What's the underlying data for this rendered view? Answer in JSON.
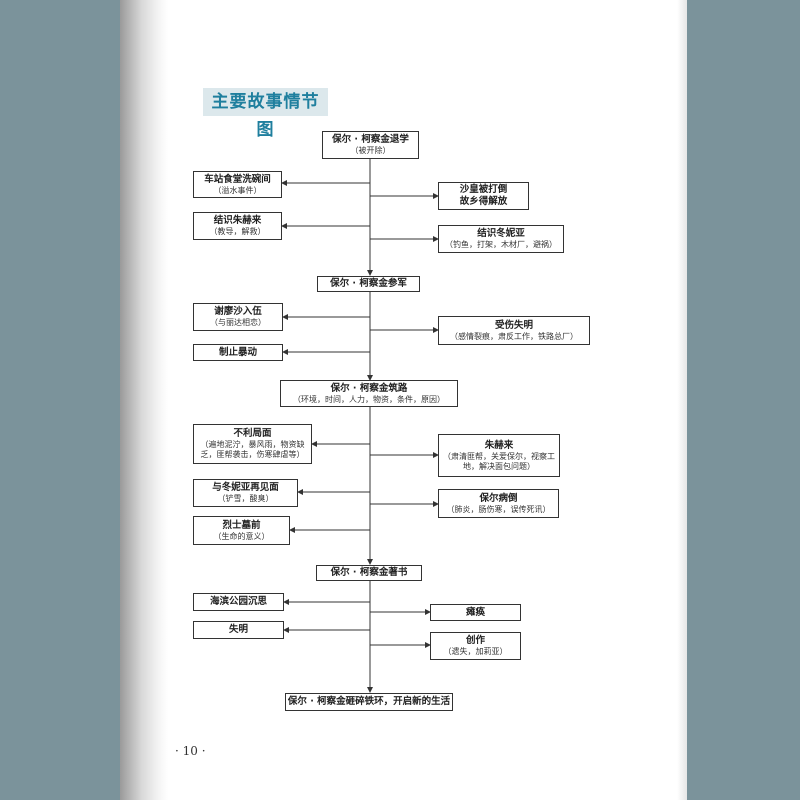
{
  "title": "主要故事情节图",
  "page_number": "· 10 ·",
  "nodes": {
    "n1": {
      "title": "保尔 · 柯察金退学",
      "sub": "（被开除）"
    },
    "n2": {
      "title": "车站食堂洗碗间",
      "sub": "（溢水事件）"
    },
    "n3": {
      "title": "沙皇被打倒",
      "sub": "故乡得解放"
    },
    "n4": {
      "title": "结识朱赫来",
      "sub": "（教导，解救）"
    },
    "n5": {
      "title": "结识冬妮亚",
      "sub": "（钓鱼，打架，木材厂，避祸）"
    },
    "n6": {
      "title": "保尔 · 柯察金参军",
      "sub": ""
    },
    "n7": {
      "title": "谢廖沙入伍",
      "sub": "（与丽达相恋）"
    },
    "n8": {
      "title": "受伤失明",
      "sub": "（感情裂痕，肃反工作，铁路总厂）"
    },
    "n9": {
      "title": "制止暴动",
      "sub": ""
    },
    "n10": {
      "title": "保尔 · 柯察金筑路",
      "sub": "（环境，时间，人力，物资，条件，原因）"
    },
    "n11": {
      "title": "不利局面",
      "sub": "（遍地泥泞，暴风雨，物资缺乏，匪帮袭击，伤寒肆虐等）"
    },
    "n12": {
      "title": "朱赫来",
      "sub": "（肃清匪帮，关爱保尔，视察工地，解决面包问题）"
    },
    "n13": {
      "title": "与冬妮亚再见面",
      "sub": "（铲雪，酸臭）"
    },
    "n14": {
      "title": "保尔病倒",
      "sub": "（肺炎，肠伤寒，误传死讯）"
    },
    "n15": {
      "title": "烈士墓前",
      "sub": "（生命的意义）"
    },
    "n16": {
      "title": "保尔 · 柯察金著书",
      "sub": ""
    },
    "n17": {
      "title": "海滨公园沉思",
      "sub": ""
    },
    "n18": {
      "title": "瘫痪",
      "sub": ""
    },
    "n19": {
      "title": "失明",
      "sub": ""
    },
    "n20": {
      "title": "创作",
      "sub": "（遗失，加莉亚）"
    },
    "n21": {
      "title": "保尔 · 柯察金砸碎铁环，开启新的生活",
      "sub": ""
    }
  }
}
